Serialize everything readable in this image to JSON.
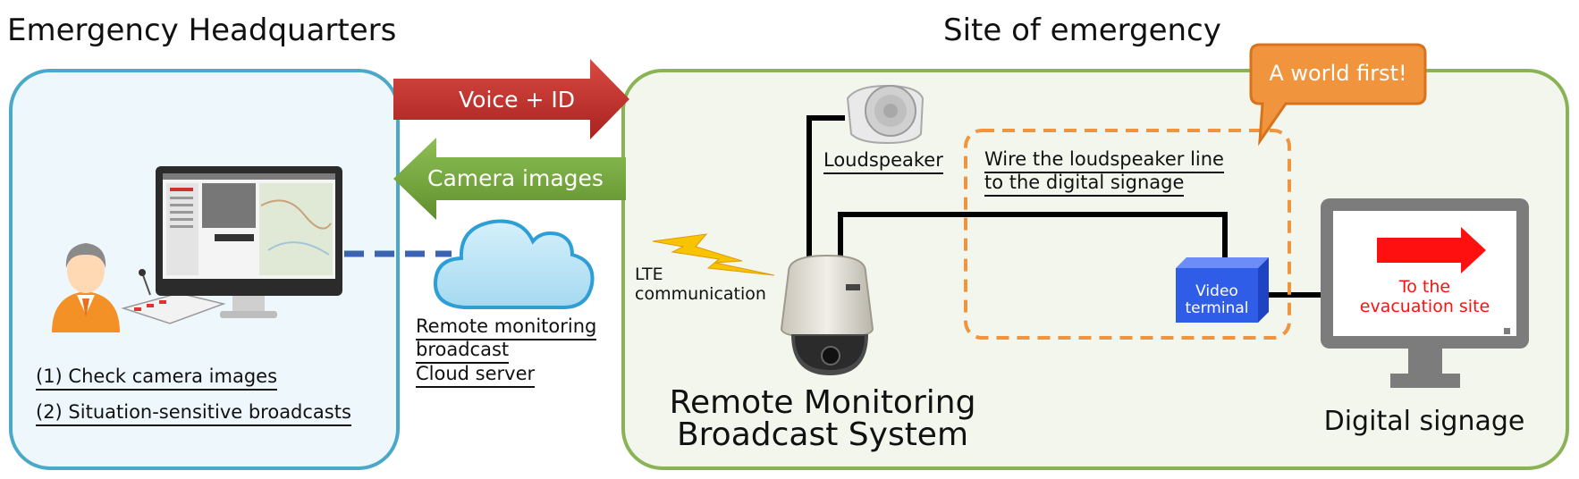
{
  "headings": {
    "headquarters": "Emergency Headquarters",
    "site": "Site of emergency"
  },
  "arrows": {
    "voice": "Voice + ID",
    "camera": "Camera images"
  },
  "headquarters": {
    "task1": "(1) Check camera images",
    "task2": "(2) Situation-sensitive broadcasts"
  },
  "cloud": {
    "line1": "Remote monitoring",
    "line2": "broadcast",
    "line3": "Cloud server"
  },
  "site": {
    "lte1": "LTE",
    "lte2": "communication",
    "loudspeaker": "Loudspeaker",
    "wire1": "Wire the loudspeaker line",
    "wire2": "to the digital signage",
    "callout": "A world first!",
    "video1": "Video",
    "video2": "terminal",
    "system1": "Remote Monitoring",
    "system2": "Broadcast System",
    "signage_text1": "To the",
    "signage_text2": "evacuation site",
    "signage_label": "Digital signage"
  },
  "colors": {
    "hq_border": "#4aa8c8",
    "site_border": "#8ab356",
    "voice_arrow": "#c0302c",
    "camera_arrow": "#79a83e",
    "callout": "#f0943e",
    "video_terminal": "#2f5de8",
    "signage_arrow": "#ff1010"
  }
}
